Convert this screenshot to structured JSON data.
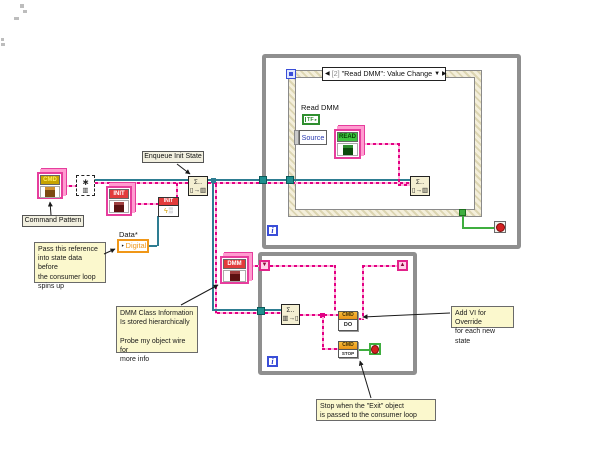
{
  "window": {
    "background": "#ffffff"
  },
  "colors": {
    "class_wire_pink": "#e20084",
    "queue_wire_teal": "#2e7d92",
    "green_wire": "#3fae3f",
    "note_bg": "#fbf8cd",
    "loop_border": "#8f8f8f",
    "cube_frame": "#e63d9d",
    "digital_orange": "#f09718"
  },
  "labels": {
    "command_pattern": "Command Pattern",
    "enqueue_init_state": "Enqueue Init State",
    "data": "Data*",
    "digital": "Digital",
    "read_dmm": "Read DMM",
    "source": "Source",
    "tf": "TF"
  },
  "notes": {
    "pass_reference": "Pass this reference\ninto state data before\nthe consumer loop\nspins up",
    "dmm_class": "DMM Class Information\nIs stored hierarchically\n\nProbe my object wire for\nmore info",
    "add_vi": "Add VI for Override\nfor each new state",
    "stop_exit": "Stop when the \"Exit\" object\nis passed to the consumer loop"
  },
  "event_structure": {
    "selector_left_arrow": "◀",
    "selector_index": "[2]",
    "selector_title": "\"Read DMM\": Value Change",
    "selector_dropdown": "▼",
    "selector_right_arrow": "▶"
  },
  "icons": {
    "cmd_cube": {
      "banner": "CMD"
    },
    "init_cube": {
      "banner": "INIT"
    },
    "dmm_cube": {
      "banner": "DMM"
    },
    "read_cube": {
      "banner": "READ"
    },
    "init_vi": {
      "banner": "INIT",
      "glyph1": "ϟ",
      "glyph2": "▒"
    },
    "obtain_queue": {
      "top": "∗",
      "bottom": "▥"
    },
    "enqueue": {
      "top": "Σ‥",
      "bottom": "▯→▥"
    },
    "enqueue_event": {
      "top": "Σ‥",
      "bottom": "▯→▥"
    },
    "dequeue": {
      "top": "Σ‥",
      "bottom": "▥→▯"
    },
    "do_node": {
      "header": "CMD",
      "label": "DO"
    },
    "stop_node": {
      "header": "CMD",
      "label": "STOP"
    },
    "iteration1": "i",
    "iteration2": "i",
    "shift_left": "▼",
    "shift_right": "▲",
    "digital_glyph": "‣",
    "tf_caret": "▸"
  }
}
